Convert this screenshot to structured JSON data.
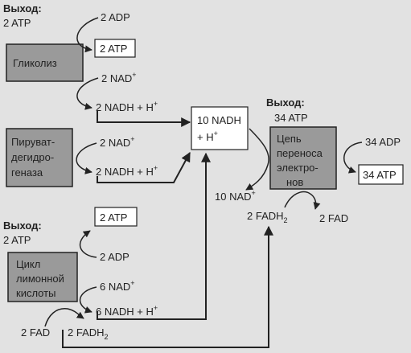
{
  "glycolysis": {
    "output_label": "Выход:",
    "output_value": "2 ATP",
    "name_lines": [
      "Гликолиз"
    ],
    "adp": "2 ADP",
    "atp_box": "2 ATP",
    "nad": "2 NAD",
    "nadh": "2 NADH + H"
  },
  "pyruvate_dh": {
    "name_lines": [
      "Пируват-",
      "дегидро-",
      "геназа"
    ],
    "nad": "2 NAD",
    "nadh": "2 NADH + H"
  },
  "nadh_pool": {
    "lines": [
      "10 NADH",
      "+ H"
    ]
  },
  "chain": {
    "output_label": "Выход:",
    "output_value": "34 ATP",
    "name_lines": [
      "Цепь",
      "переноса",
      "электро-",
      "нов"
    ],
    "adp": "34 ADP",
    "atp_box": "34 ATP",
    "nad_out": "10 NAD",
    "fadh2": "2 FADH",
    "fadh2_sub": "2",
    "fad_out": "2 FAD"
  },
  "krebs": {
    "output_label": "Выход:",
    "output_value": "2 ATP",
    "name_lines": [
      "Цикл",
      "лимонной",
      "кислоты"
    ],
    "atp_box": "2 ATP",
    "adp": "2 ADP",
    "nad": "6 NAD",
    "nadh": "6 NADH + H",
    "fad": "2 FAD",
    "fadh2": "2 FADH",
    "fadh2_sub": "2"
  },
  "superscript_plus": "+"
}
